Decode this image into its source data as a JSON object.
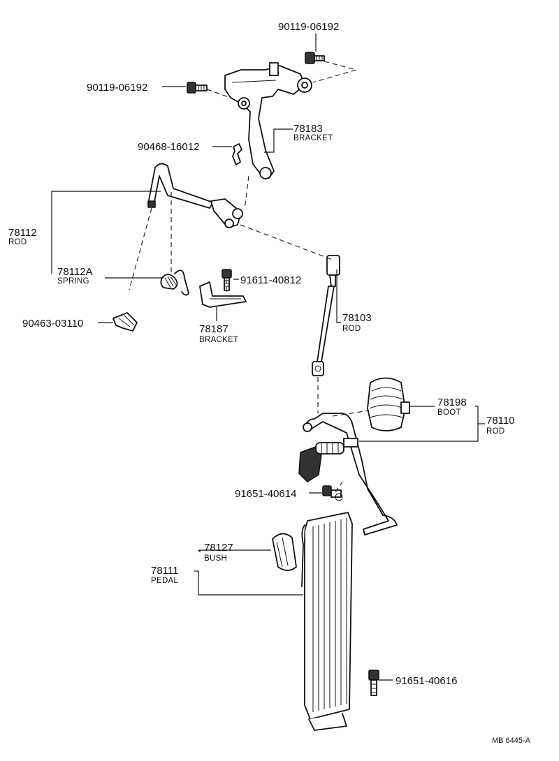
{
  "labels": {
    "p90119_top": "90119-06192",
    "p90119_left": "90119-06192",
    "p78183_num": "78183",
    "p78183_name": "BRACKET",
    "p90468": "90468-16012",
    "p78112_num": "78112",
    "p78112_name": "ROD",
    "p78112A_num": "78112A",
    "p78112A_name": "SPRING",
    "p91611": "91611-40812",
    "p90463": "90463-03110",
    "p78187_num": "78187",
    "p78187_name": "BRACKET",
    "p78103_num": "78103",
    "p78103_name": "ROD",
    "p78198_num": "78198",
    "p78198_name": "BOOT",
    "p78110_num": "78110",
    "p78110_name": "ROD",
    "p91651_40614": "91651-40614",
    "p78127_num": "78127",
    "p78127_name": "BUSH",
    "p78111_num": "78111",
    "p78111_name": "PEDAL",
    "p91651_40616": "91651-40616",
    "diagram_ref": "MB 6445-A"
  }
}
